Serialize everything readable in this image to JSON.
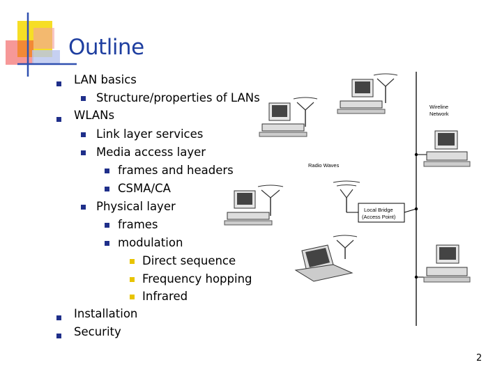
{
  "slide": {
    "title": "Outline",
    "page_number": "2",
    "bullets": [
      {
        "level": 1,
        "text": "LAN basics"
      },
      {
        "level": 2,
        "text": "Structure/properties of LANs"
      },
      {
        "level": 1,
        "text": "WLANs"
      },
      {
        "level": 2,
        "text": "Link layer services"
      },
      {
        "level": 2,
        "text": "Media access layer"
      },
      {
        "level": 3,
        "text": "frames and headers"
      },
      {
        "level": 3,
        "text": "CSMA/CA"
      },
      {
        "level": 2,
        "text": "Physical layer"
      },
      {
        "level": 3,
        "text": "frames"
      },
      {
        "level": 3,
        "text": "modulation"
      },
      {
        "level": 4,
        "text": "Direct sequence"
      },
      {
        "level": 4,
        "text": "Frequency hopping"
      },
      {
        "level": 4,
        "text": "Infrared"
      },
      {
        "level": 1,
        "text": "Installation"
      },
      {
        "level": 1,
        "text": "Security"
      }
    ]
  },
  "diagram": {
    "wireline_label_1": "Wireline",
    "wireline_label_2": "Network",
    "radio_waves_label": "Radio Waves",
    "bridge_label_1": "Local Bridge",
    "bridge_label_2": "(Access Point)"
  },
  "colors": {
    "title": "#1f3fa0",
    "bullet": "#1f2f8a",
    "bullet_level4": "#e8c400",
    "logo_red": "#e03030",
    "logo_yellow": "#f5d800",
    "logo_blue": "#3050b0"
  }
}
